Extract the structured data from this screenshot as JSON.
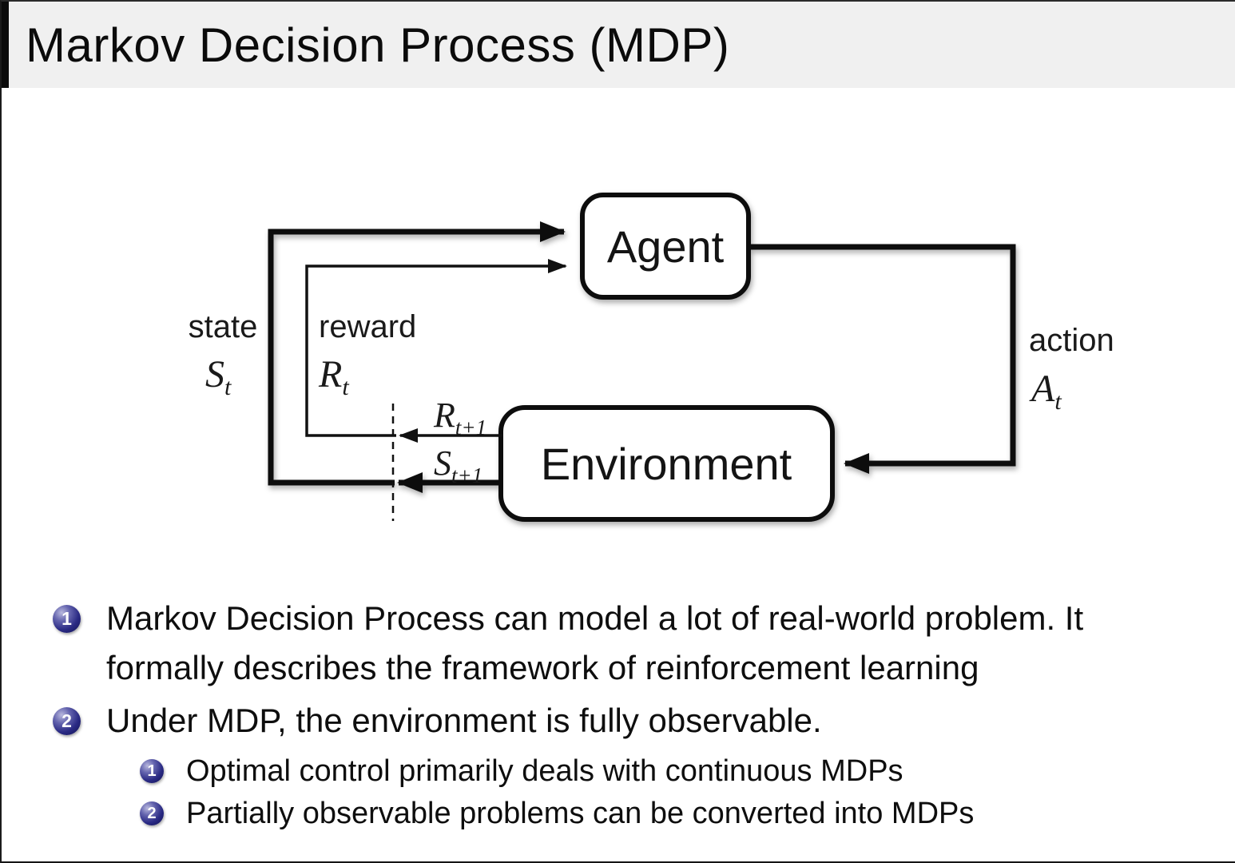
{
  "header": {
    "title": "Markov Decision Process (MDP)"
  },
  "diagram": {
    "agent": "Agent",
    "environment": "Environment",
    "state": {
      "label": "state",
      "symbol": "S",
      "sub": "t"
    },
    "reward": {
      "label": "reward",
      "symbol": "R",
      "sub": "t"
    },
    "action": {
      "label": "action",
      "symbol": "A",
      "sub": "t"
    },
    "next_reward": {
      "symbol": "R",
      "sub": "t+1"
    },
    "next_state": {
      "symbol": "S",
      "sub": "t+1"
    }
  },
  "bullets": [
    {
      "num": "1",
      "text": "Markov Decision Process can model a lot of real-world problem. It formally describes the framework of reinforcement learning"
    },
    {
      "num": "2",
      "text": "Under MDP, the environment is fully observable."
    }
  ],
  "sub_bullets": [
    {
      "num": "1",
      "text": "Optimal control primarily deals with continuous MDPs"
    },
    {
      "num": "2",
      "text": "Partially observable problems can be converted into MDPs"
    }
  ],
  "colors": {
    "header_bg": "#f0f0f0",
    "ink": "#111111",
    "badge_navy": "#2b2b85"
  }
}
